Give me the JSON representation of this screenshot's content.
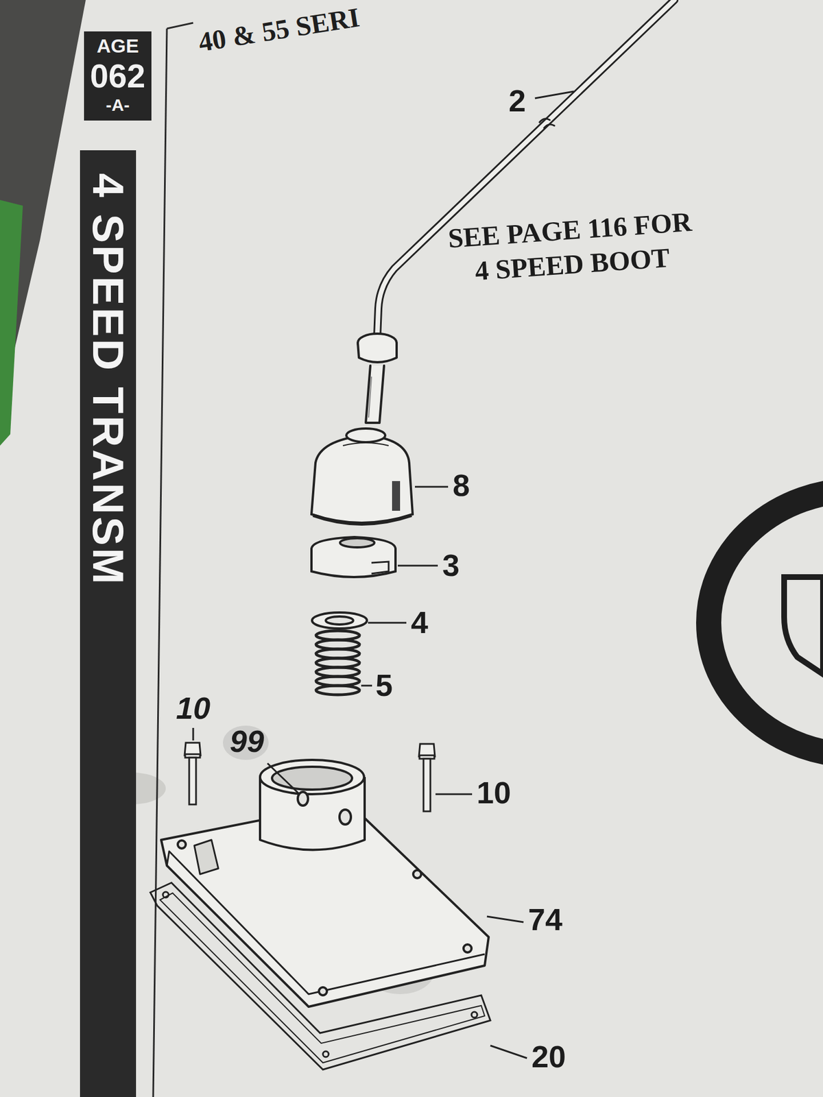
{
  "diagram": {
    "title": "40 & 55 SERI",
    "nodes": [
      {
        "text": [
          "AGE",
          "062",
          "-A-"
        ]
      },
      {
        "text": [
          "4 SPEED TRANSM"
        ]
      }
    ],
    "labels": [
      "2",
      "SEE PAGE 116 FOR 4 SPEED BOOT",
      "8",
      "3",
      "4",
      "5",
      "10",
      "99",
      "10",
      "74",
      "20"
    ]
  }
}
